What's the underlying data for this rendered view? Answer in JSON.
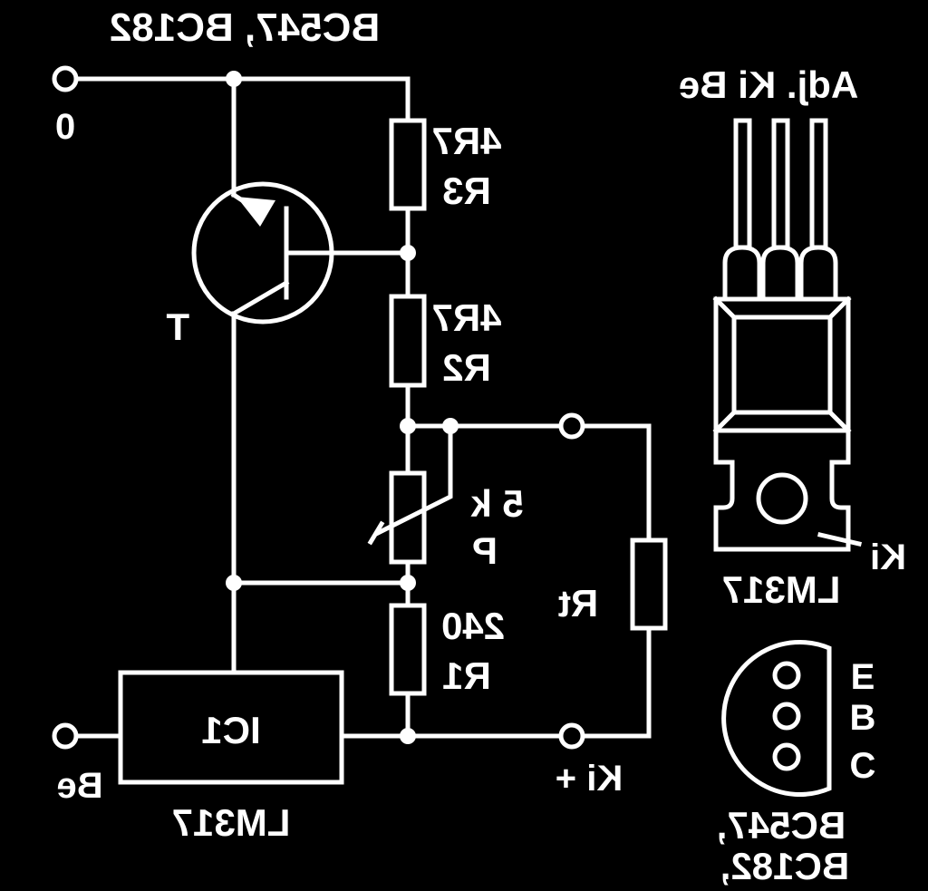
{
  "header": {
    "transistor_types": "BC547, BC182"
  },
  "terminals": {
    "zero": "0",
    "input": "Be",
    "output": "Ki +"
  },
  "components": {
    "r3": {
      "value": "4R7",
      "ref": "R3"
    },
    "r2": {
      "value": "4R7",
      "ref": "R2"
    },
    "r1": {
      "value": "240",
      "ref": "R1"
    },
    "pot": {
      "value": "5 k",
      "ref": "P"
    },
    "rt": {
      "ref": "Rt"
    },
    "transistor": {
      "ref": "T"
    },
    "ic": {
      "ref": "IC1",
      "type": "LM317"
    }
  },
  "pinout_lm317": {
    "pins": "Adj. Ki Be",
    "tab_label": "Ki",
    "name": "LM317"
  },
  "pinout_bc": {
    "pins": [
      "E",
      "B",
      "C"
    ],
    "name_line1": "BC547,",
    "name_line2": "BC182,"
  }
}
